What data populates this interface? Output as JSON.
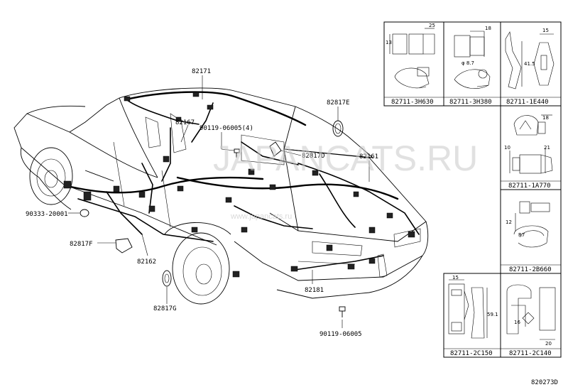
{
  "diagram": {
    "watermark": "JAPANCATS.RU",
    "watermark_small": "www.japancats.ru",
    "drawing_id": "820273D",
    "callouts": [
      {
        "id": "82171",
        "label": "82171"
      },
      {
        "id": "82817E",
        "label": "82817E"
      },
      {
        "id": "82167",
        "label": "82167"
      },
      {
        "id": "90119-06005-4",
        "label": "90119-06005(4)"
      },
      {
        "id": "82817D",
        "label": "82817D"
      },
      {
        "id": "82161",
        "label": "82161"
      },
      {
        "id": "90333-20001",
        "label": "90333-20001"
      },
      {
        "id": "82817F",
        "label": "82817F"
      },
      {
        "id": "82162",
        "label": "82162"
      },
      {
        "id": "82817G",
        "label": "82817G"
      },
      {
        "id": "82181",
        "label": "82181"
      },
      {
        "id": "90119-06005",
        "label": "90119-06005"
      }
    ],
    "clips": [
      {
        "id": "3H630",
        "label": "82711-3H630",
        "dims": [
          "13",
          "25"
        ]
      },
      {
        "id": "3H380",
        "label": "82711-3H380",
        "dims": [
          "18",
          "φ 8.7"
        ]
      },
      {
        "id": "1E440",
        "label": "82711-1E440",
        "dims": [
          "15",
          "41.5"
        ]
      },
      {
        "id": "1A770",
        "label": "82711-1A770",
        "dims": [
          "18",
          "10",
          "21"
        ]
      },
      {
        "id": "2B660",
        "label": "82711-2B660",
        "dims": [
          "12",
          "R7"
        ]
      },
      {
        "id": "2C150",
        "label": "82711-2C150",
        "dims": [
          "15",
          "59.1"
        ]
      },
      {
        "id": "2C140",
        "label": "82711-2C140",
        "dims": [
          "16",
          "20"
        ]
      }
    ]
  }
}
